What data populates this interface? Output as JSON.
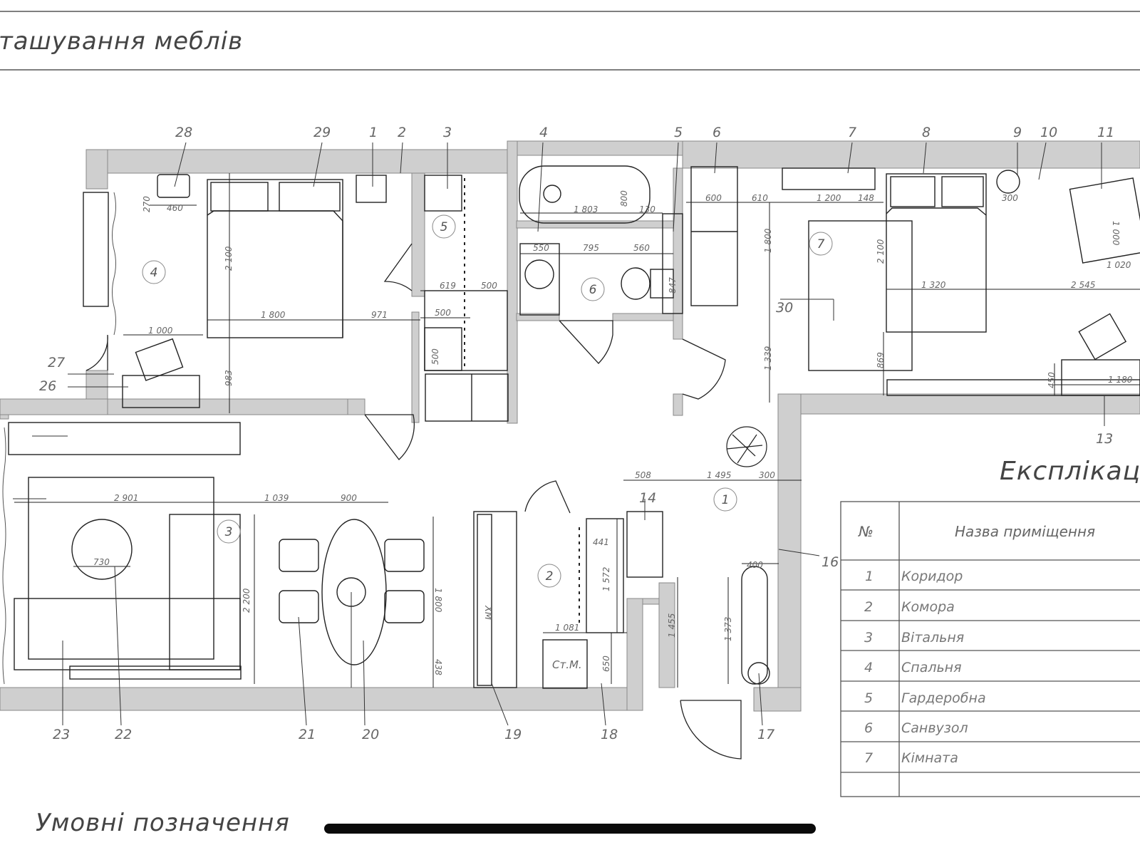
{
  "page": {
    "title": "ташування меблів",
    "legend_title": "Умовні позначення",
    "explication_title": "Експлікаці"
  },
  "explication": {
    "headers": [
      "№",
      "Назва приміщення"
    ],
    "rows": [
      {
        "num": "1",
        "name": "Коридор"
      },
      {
        "num": "2",
        "name": "Комора"
      },
      {
        "num": "3",
        "name": "Вітальня"
      },
      {
        "num": "4",
        "name": "Спальня"
      },
      {
        "num": "5",
        "name": "Гардеробна"
      },
      {
        "num": "6",
        "name": "Санвузол"
      },
      {
        "num": "7",
        "name": "Кімната"
      }
    ]
  },
  "callouts_top": [
    "28",
    "29",
    "1",
    "2",
    "3",
    "4",
    "5",
    "6",
    "7",
    "8",
    "9",
    "10",
    "11"
  ],
  "callouts_bottom": [
    "23",
    "22",
    "21",
    "20",
    "19",
    "18",
    "17"
  ],
  "callouts_side": [
    "27",
    "26",
    "13",
    "14",
    "16",
    "30"
  ],
  "room_numbers": [
    "1",
    "2",
    "3",
    "4",
    "5",
    "6",
    "7"
  ],
  "dimensions": [
    "460",
    "270",
    "2 100",
    "1 800",
    "971",
    "1 000",
    "983",
    "619",
    "500",
    "500",
    "500",
    "550",
    "1 803",
    "800",
    "130",
    "795",
    "560",
    "847",
    "600",
    "610",
    "1 200",
    "148",
    "1 800",
    "1 339",
    "2 100",
    "1 320",
    "869",
    "300",
    "1 000",
    "1 020",
    "2 545",
    "450",
    "1 180",
    "2 901",
    "1 039",
    "900",
    "730",
    "2 200",
    "1 800",
    "438",
    "441",
    "1 572",
    "1 081",
    "650",
    "508",
    "1 495",
    "300",
    "400",
    "1 455",
    "1 373"
  ],
  "labels": {
    "storage_unit": "Ст.М.",
    "fridge": "ХМ"
  },
  "colors": {
    "wall": "#cfcfcf",
    "line": "#1a1a1a",
    "text": "#666666"
  }
}
